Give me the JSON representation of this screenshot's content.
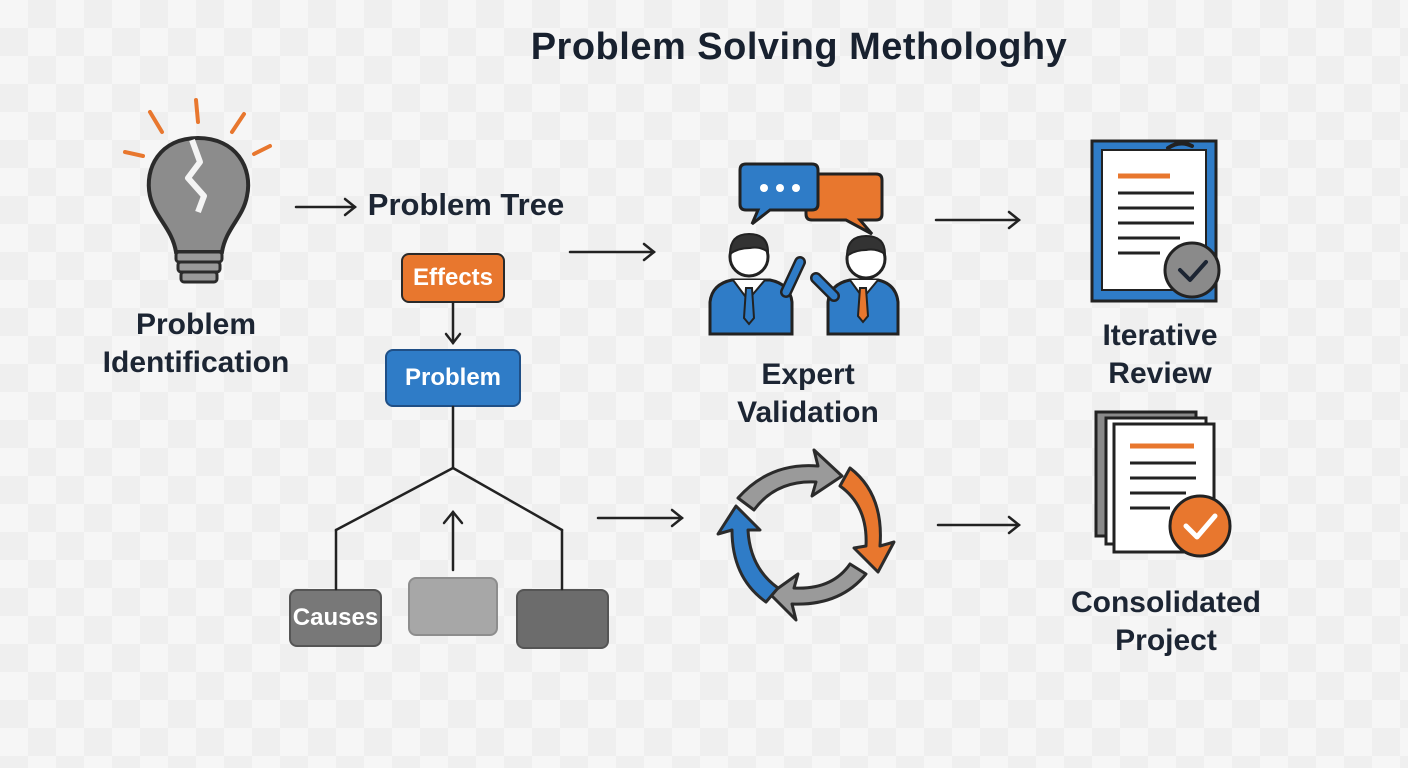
{
  "title": "Problem Solving Methologhy",
  "steps": {
    "identification": {
      "label_line1": "Problem",
      "label_line2": "Identification",
      "icon": "broken-lightbulb-icon"
    },
    "tree": {
      "label": "Problem Tree",
      "effects": "Effects",
      "problem": "Problem",
      "causes": "Causes",
      "cause_box_2": "",
      "cause_box_3": ""
    },
    "validation": {
      "label_line1": "Expert",
      "label_line2": "Validation",
      "icon": "experts-conversation-icon"
    },
    "cycle": {
      "icon": "circular-arrows-icon"
    },
    "review": {
      "label_line1": "Iterative",
      "label_line2": "Review",
      "icon": "document-check-icon"
    },
    "consolidated": {
      "label_line1": "Consolidated",
      "label_line2": "Project",
      "icon": "documents-check-icon"
    }
  },
  "colors": {
    "orange": "#e8772e",
    "blue": "#2f7cc7",
    "gray": "#8a8a8a",
    "dark_text": "#1c2533"
  }
}
